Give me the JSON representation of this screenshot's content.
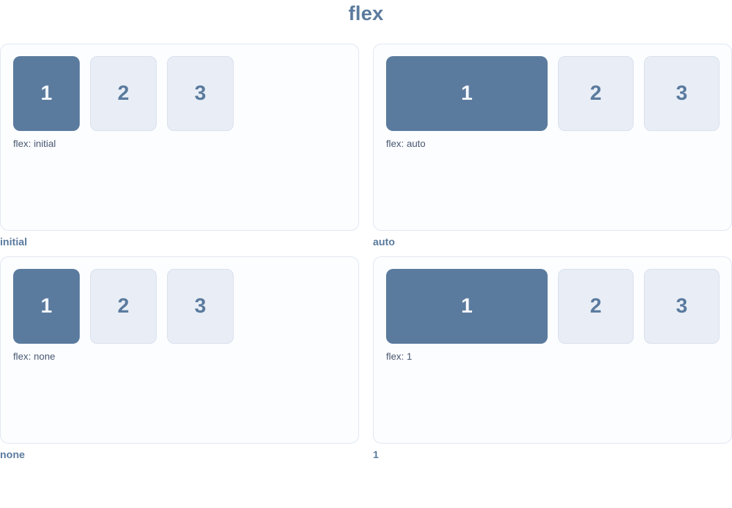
{
  "title": "flex",
  "colors": {
    "accent_slate": "#5b7b9e",
    "dark_box_bg": "#5b7b9e",
    "dark_box_text": "#f4f7fb",
    "light_box_bg": "#e9eef6",
    "light_box_border": "#d8e0ec",
    "panel_bg": "#fcfdff",
    "panel_border": "#dfe6f2",
    "inner_label_text": "#47566f"
  },
  "panels": [
    {
      "value": "initial",
      "inner_label": "flex: initial",
      "caption": "initial",
      "boxes": [
        "1",
        "2",
        "3"
      ]
    },
    {
      "value": "auto",
      "inner_label": "flex: auto",
      "caption": "auto",
      "boxes": [
        "1",
        "2",
        "3"
      ]
    },
    {
      "value": "none",
      "inner_label": "flex: none",
      "caption": "none",
      "boxes": [
        "1",
        "2",
        "3"
      ]
    },
    {
      "value": "1",
      "inner_label": "flex: 1",
      "caption": "1",
      "boxes": [
        "1",
        "2",
        "3"
      ]
    }
  ]
}
